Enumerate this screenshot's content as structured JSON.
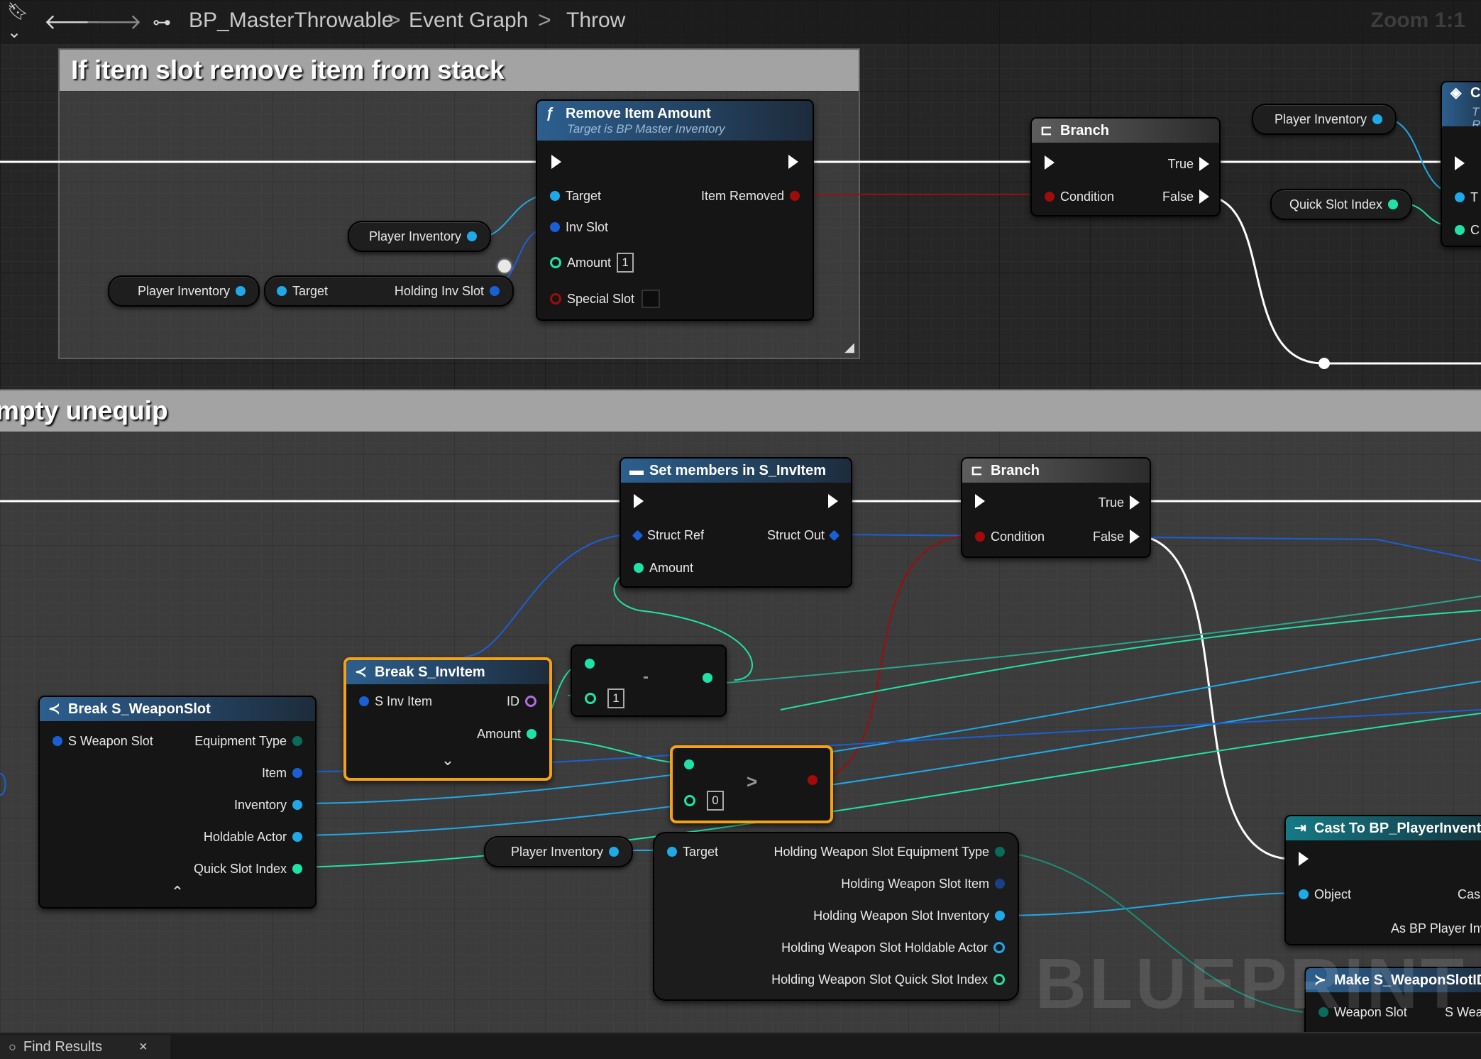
{
  "topbar": {
    "breadcrumb": [
      "BP_MasterThrowable",
      "Event Graph",
      "Throw"
    ],
    "separator": ">",
    "zoom": "Zoom 1:1"
  },
  "comments": {
    "top_title": "If item slot remove item from stack",
    "bottom_title": "mpty unequip"
  },
  "nodes": {
    "remove_item_amount": {
      "title": "Remove Item Amount",
      "subtitle": "Target is BP Master Inventory",
      "target": "Target",
      "item_removed": "Item Removed",
      "inv_slot": "Inv Slot",
      "amount": "Amount",
      "amount_value": "1",
      "special_slot": "Special Slot"
    },
    "branch_top": {
      "title": "Branch",
      "true_label": "True",
      "condition": "Condition",
      "false_label": "False"
    },
    "top_right_partial": {
      "title": "C",
      "line1": "T",
      "line2": "R",
      "pin1": "T",
      "pin2": "C"
    },
    "set_members": {
      "title": "Set members in S_InvItem",
      "struct_ref": "Struct Ref",
      "struct_out": "Struct Out",
      "amount": "Amount"
    },
    "branch_bottom": {
      "title": "Branch",
      "true_label": "True",
      "condition": "Condition",
      "false_label": "False"
    },
    "break_invitem": {
      "title": "Break S_InvItem",
      "s_inv_item": "S Inv Item",
      "id": "ID",
      "amount": "Amount"
    },
    "subtract": {
      "op": "-",
      "value": "1"
    },
    "greater": {
      "op": ">",
      "value": "0"
    },
    "break_weaponslot": {
      "title": "Break S_WeaponSlot",
      "s_weapon_slot": "S Weapon Slot",
      "equipment_type": "Equipment Type",
      "item": "Item",
      "inventory": "Inventory",
      "holdable_actor": "Holdable Actor",
      "quick_slot_index": "Quick Slot Index"
    },
    "holding_weapon": {
      "target": "Target",
      "equipment_type": "Holding Weapon Slot Equipment Type",
      "item": "Holding Weapon Slot Item",
      "inventory": "Holding Weapon Slot Inventory",
      "holdable_actor": "Holding Weapon Slot Holdable Actor",
      "quick_slot_index": "Holding Weapon Slot Quick Slot Index"
    },
    "cast": {
      "title": "Cast To BP_PlayerInventor",
      "object": "Object",
      "cast_failed": "Cas",
      "as_player": "As BP Player Inv"
    },
    "make_weaponslotid": {
      "title": "Make S_WeaponSlotID",
      "weapon_slot": "Weapon Slot",
      "out": "S Wea"
    }
  },
  "variables": {
    "player_inventory_1": "Player Inventory",
    "player_inventory_2": "Player Inventory",
    "player_inventory_3": "Player Inventory",
    "player_inventory_4": "Player Inventory",
    "quick_slot_index": "Quick Slot Index",
    "holding_inv_slot_target": "Target",
    "holding_inv_slot": "Holding Inv Slot"
  },
  "watermark": "BLUEPRINT",
  "bottom_tab": {
    "label": "Find Results",
    "close": "×"
  },
  "colors": {
    "object_pin": "#1fa9e8",
    "struct_pin": "#1a5fd6",
    "integer_pin": "#1fe3a6",
    "bool_pin": "#a10b0b",
    "name_pin": "#b06ce0",
    "exec_wire": "#ffffff",
    "selection": "#f2a119"
  }
}
